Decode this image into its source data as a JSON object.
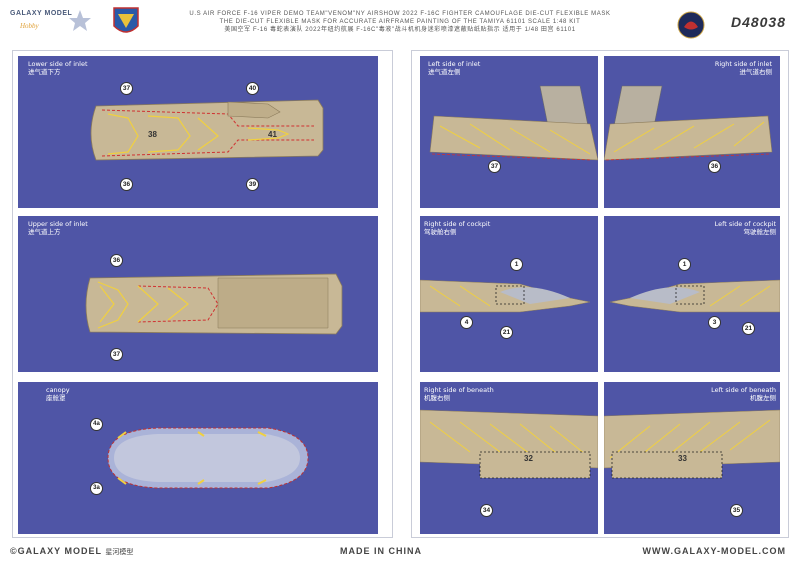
{
  "header": {
    "logo_text": "GALAXY MODEL",
    "logo_sub": "Hobby",
    "line1": "U.S AIR FORCE F-16 VIPER DEMO TEAM\"VENOM\"NY AIRSHOW 2022 F-16C FIGHTER CAMOUFLAGE DIE-CUT FLEXIBLE MASK",
    "line2": "THE DIE-CUT FLEXIBLE MASK FOR ACCURATE AIRFRAME PAINTING OF THE TAMIYA 61101 SCALE 1:48 KIT",
    "line3": "美国空军 F-16 毒蛇表演队 2022年纽约航展 F-16C\"毒液\"战斗机机身迷彩喷漆遮蔽贴纸贴指示 适用于 1/48 田宫 61101",
    "code": "D48038"
  },
  "panels": {
    "lower_inlet": {
      "en": "Lower side of inlet",
      "cn": "进气道下方",
      "callouts": [
        "37",
        "40",
        "36",
        "39"
      ],
      "parts": [
        "38",
        "41"
      ]
    },
    "upper_inlet": {
      "en": "Upper side of inlet",
      "cn": "进气道上方",
      "callouts": [
        "36",
        "37"
      ]
    },
    "canopy": {
      "en": "canopy",
      "cn": "座舱罩",
      "callouts": [
        "4a",
        "3a"
      ]
    },
    "left_inlet": {
      "en": "Left side of inlet",
      "cn": "进气道左侧",
      "callouts": [
        "37"
      ]
    },
    "right_inlet": {
      "en": "Right side of inlet",
      "cn": "进气道右侧",
      "callouts": [
        "36"
      ]
    },
    "right_cockpit": {
      "en": "Right side of cockpit",
      "cn": "驾驶舱右侧",
      "callouts": [
        "1",
        "4",
        "21"
      ]
    },
    "left_cockpit": {
      "en": "Left side of cockpit",
      "cn": "驾驶舱左侧",
      "callouts": [
        "1",
        "3",
        "21"
      ]
    },
    "right_beneath": {
      "en": "Right side of beneath",
      "cn": "机腹右侧",
      "callouts": [
        "34"
      ],
      "parts": [
        "32"
      ]
    },
    "left_beneath": {
      "en": "Left side of beneath",
      "cn": "机腹左侧",
      "callouts": [
        "35"
      ],
      "parts": [
        "33"
      ]
    }
  },
  "footer": {
    "copyright": "©GALAXY MODEL",
    "copyright_cn": "星河模型",
    "made_in": "MADE IN CHINA",
    "website": "WWW.GALAXY-MODEL.COM"
  },
  "colors": {
    "panel_bg": "#4f55a6",
    "part_fill": "#c8b896",
    "mask_line": "#f0d040",
    "cut_line": "#d03030"
  }
}
